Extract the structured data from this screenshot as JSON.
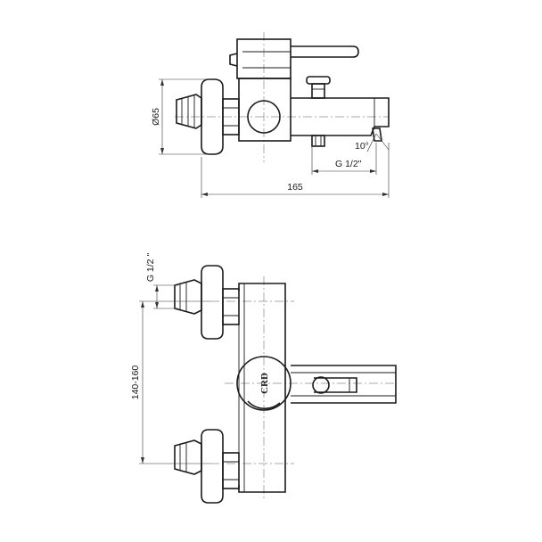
{
  "drawing": {
    "top_view": {
      "dim_diameter": "Ø65",
      "dim_length": "165",
      "dim_angle": "10°",
      "dim_thread": "G 1/2\""
    },
    "front_view": {
      "dim_thread": "G 1/2 \"",
      "dim_spacing": "140-160",
      "logo_text": "CRD"
    }
  }
}
